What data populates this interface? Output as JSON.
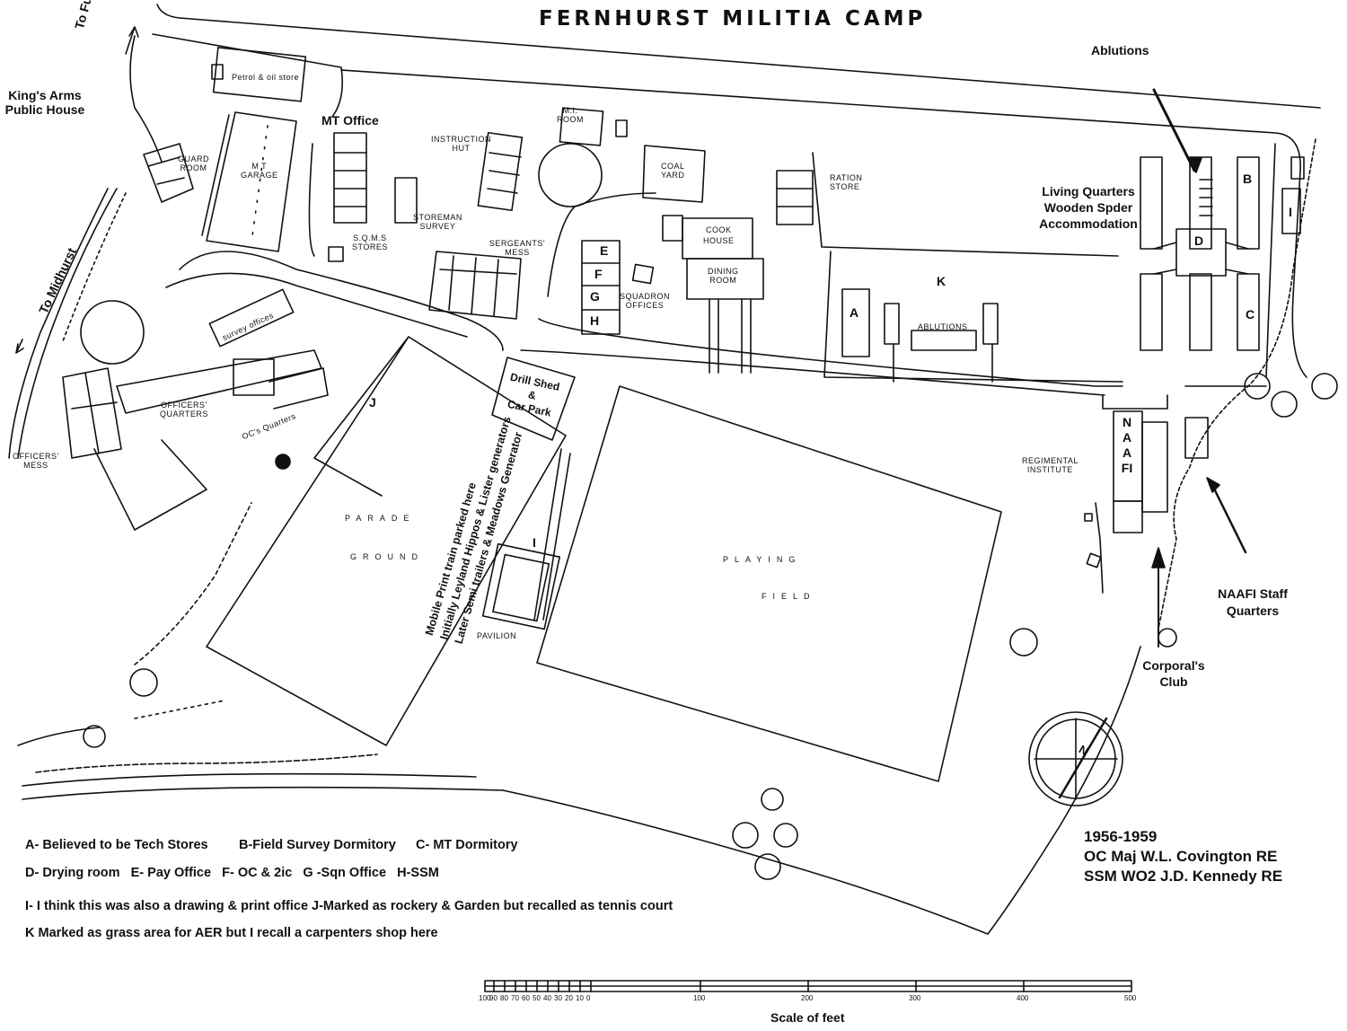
{
  "map": {
    "title": "FERNHURST   MILITIA   CAMP",
    "road_labels": {
      "furnhurst": "To Furnhurst & Haslemere",
      "kings_arms": "King's Arms Public House",
      "midhurst": "To Midhurst"
    },
    "bold_labels": {
      "ablutions_top": "Ablutions",
      "mt_office": "MT Office",
      "living_quarters": [
        "Living Quarters",
        "Wooden Spder",
        "Accommodation"
      ],
      "drill_shed": [
        "Drill Shed",
        "&",
        "Car Park"
      ],
      "naafi_staff": [
        "NAAFI Staff",
        "Quarters"
      ],
      "corporals_club": [
        "Corporal's",
        "Club"
      ],
      "naafi": "NAAFI"
    },
    "building_labels": {
      "petrol": "Petrol & oil store",
      "guard_room": [
        "GUARD",
        "ROOM"
      ],
      "mt_garage": [
        "M T",
        "GARAGE"
      ],
      "instruction_hut": [
        "INSTRUCTION",
        "HUT"
      ],
      "mi_room": [
        "M.I.",
        "ROOM"
      ],
      "coal_yard": [
        "COAL",
        "YARD"
      ],
      "ration_store": [
        "RATION",
        "STORE"
      ],
      "storeman_survey": [
        "STOREMAN",
        "SURVEY"
      ],
      "sqms_stores": [
        "S.Q.M.S",
        "STORES"
      ],
      "sergeants_mess": "SERGEANTS' MESS",
      "cook_house": [
        "COOK",
        "HOUSE"
      ],
      "dining_room": [
        "DINING",
        "ROOM"
      ],
      "squadron_offices": [
        "SQUADRON",
        "OFFICES"
      ],
      "ablutions_k": "ABLUTIONS",
      "survey_offices": "survey offices",
      "officers_quarters": [
        "OFFICERS'",
        "QUARTERS"
      ],
      "ocs_quarters": "OC's Quarters",
      "officers_mess": [
        "OFFICERS'",
        "MESS"
      ],
      "parade": "PARADE",
      "ground": "GROUND",
      "playing": "PLAYING",
      "field": "FIELD",
      "pavilion": "PAVILION",
      "regimental_institute": [
        "REGIMENTAL",
        "INSTITUTE"
      ]
    },
    "letters": {
      "A": "A",
      "B": "B",
      "C": "C",
      "D": "D",
      "E": "E",
      "F": "F",
      "G": "G",
      "H": "H",
      "I_top": "I",
      "I_pav": "I",
      "J": "J",
      "K": "K"
    },
    "generators": [
      "Mobile Print train parked here",
      "Initially Leyland Hippos & Lister generators",
      "Later Semi trailers & Meadows Generator"
    ],
    "legend": {
      "line1a": "A- Believed to be Tech Stores",
      "line1b": "B-Field Survey Dormitory",
      "line1c": "C- MT Dormitory",
      "line2": "D- Drying room   E- Pay Office   F- OC & 2ic   G -Sqn Office   H-SSM",
      "line3": "I- I think this was also a drawing  & print office  J-Marked as rockery & Garden but recalled as tennis court",
      "line4": "K Marked as grass area for AER but I recall a carpenters shop here"
    },
    "dates": {
      "years": "1956-1959",
      "oc": "OC Maj W.L. Covington RE",
      "ssm": "SSM WO2 J.D. Kennedy RE"
    },
    "compass": "N",
    "scale": {
      "caption": "Scale of feet",
      "left_ticks": [
        "100",
        "90",
        "80",
        "70",
        "60",
        "50",
        "40",
        "30",
        "20",
        "10",
        "0"
      ],
      "right_ticks": [
        "100",
        "200",
        "300",
        "400",
        "500"
      ]
    }
  }
}
